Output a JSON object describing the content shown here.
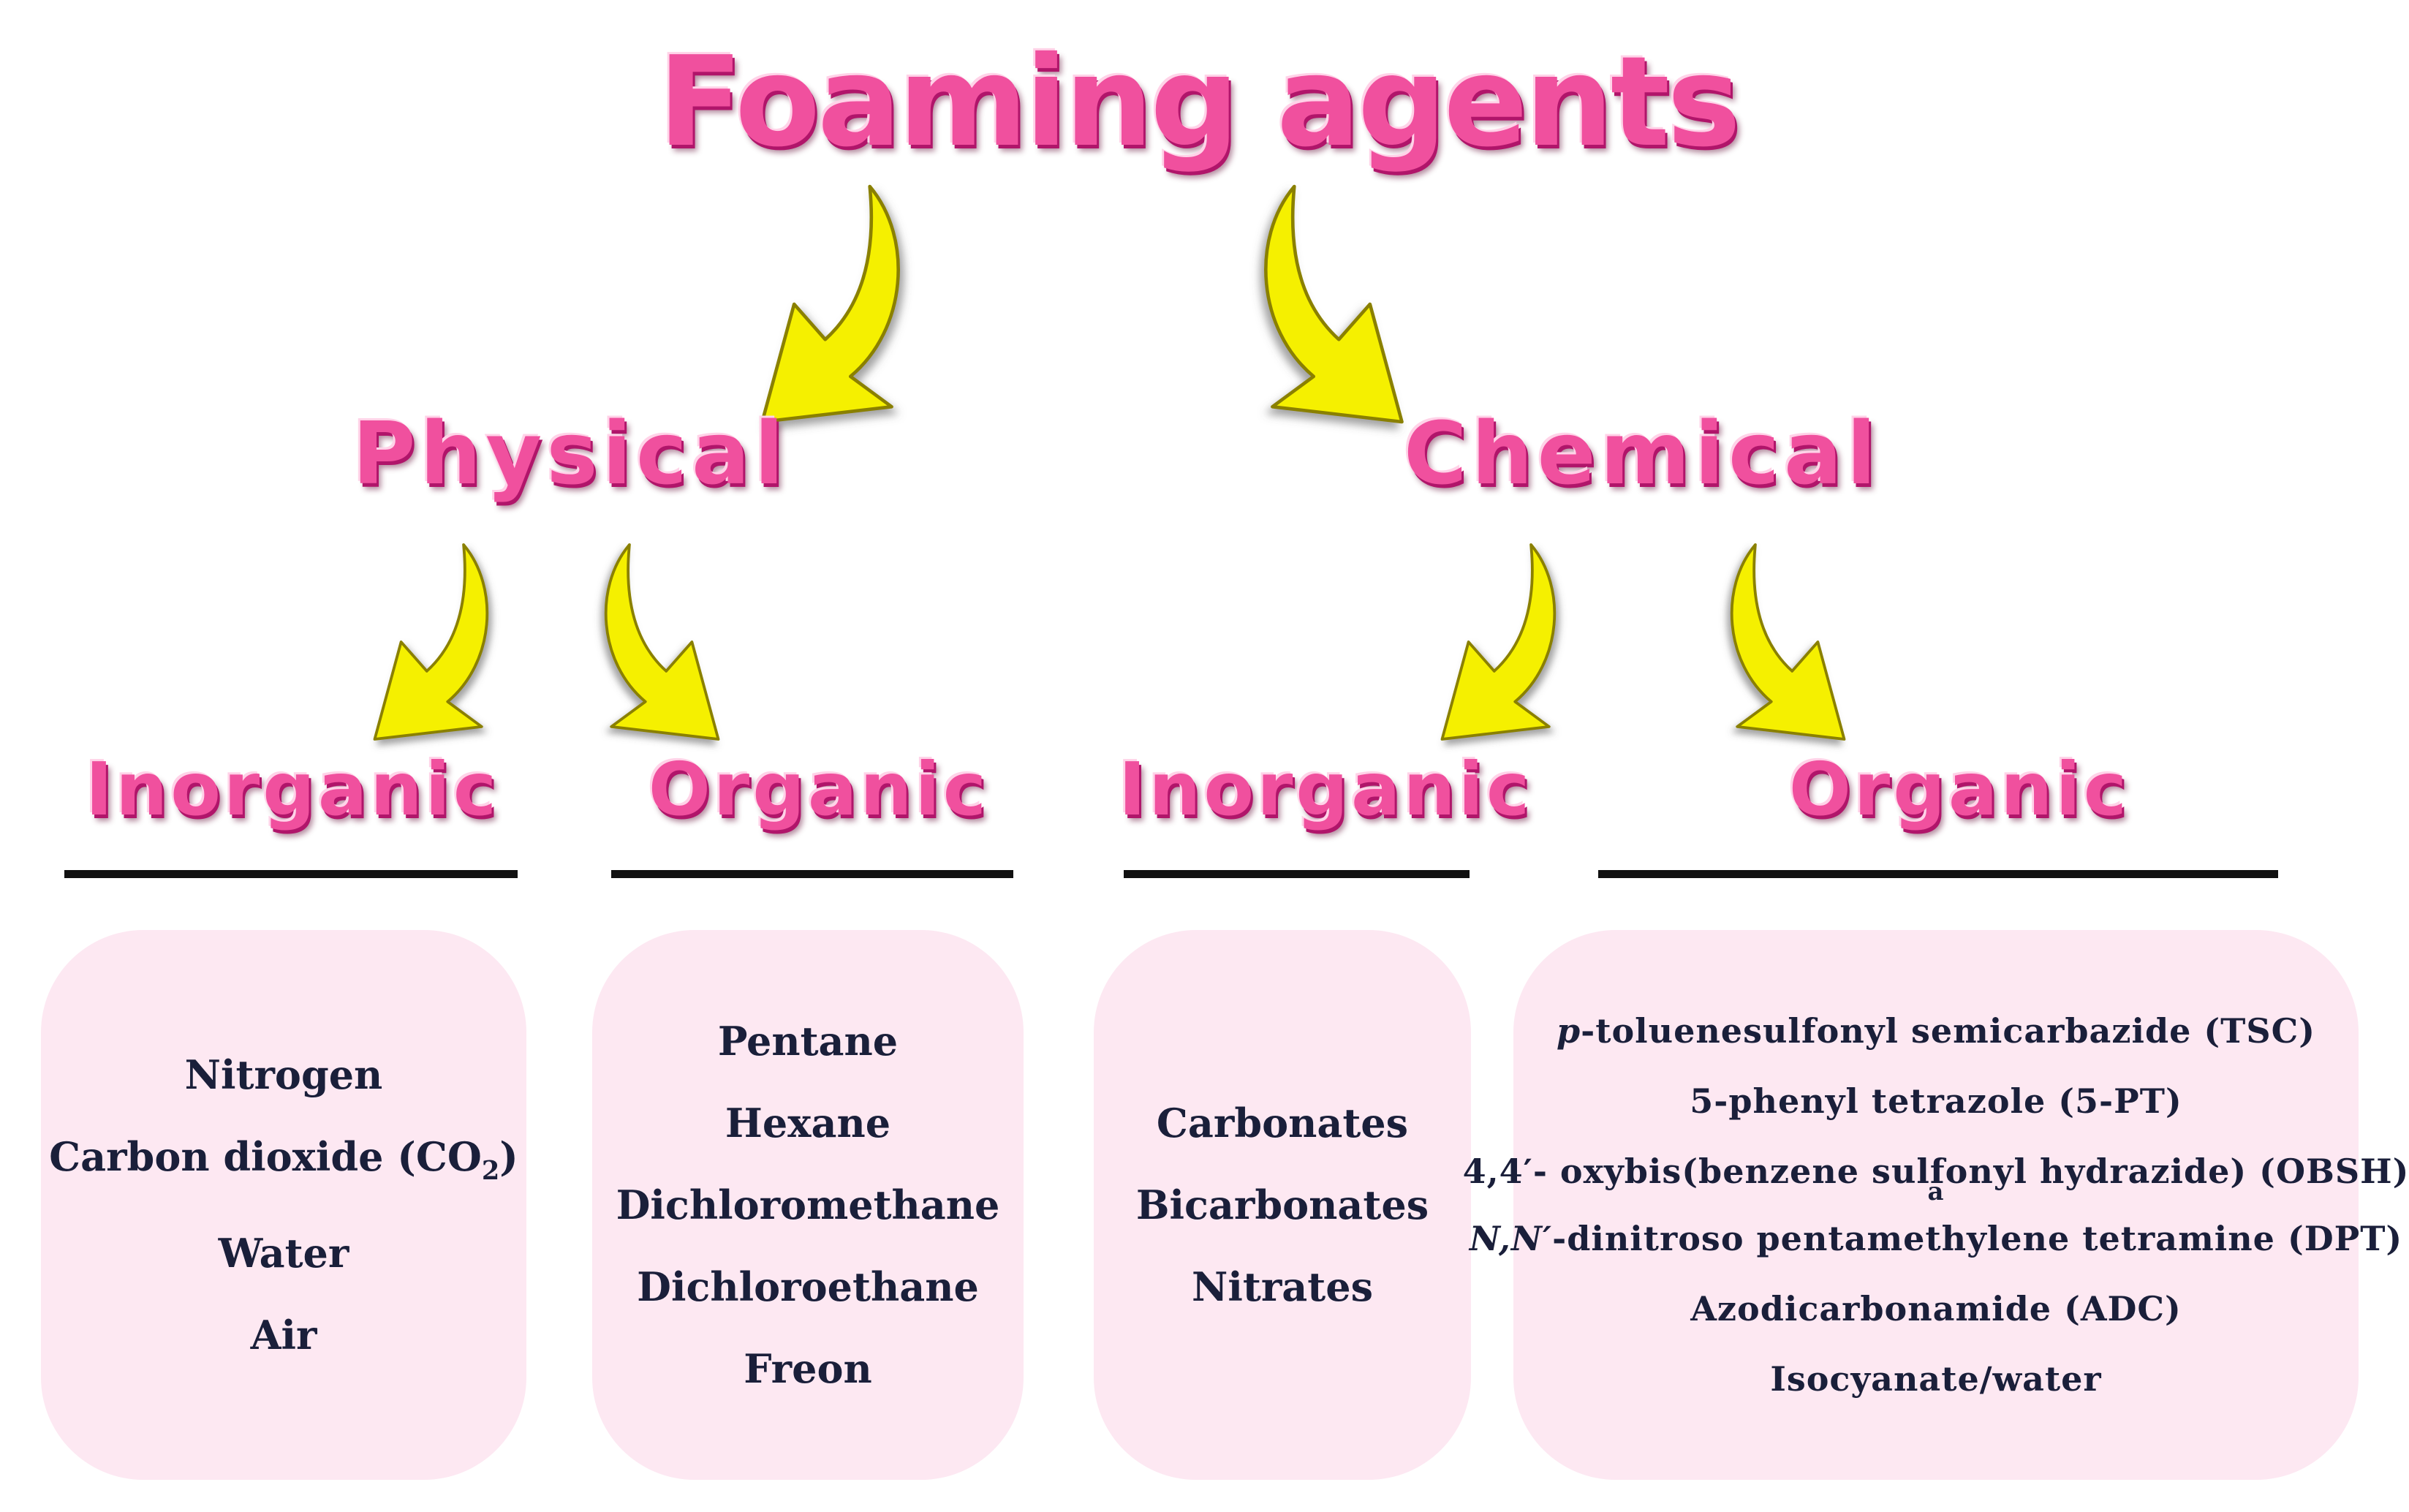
{
  "title": "Foaming agents",
  "categories": {
    "physical": "Physical",
    "chemical": "Chemical"
  },
  "subcategories": {
    "physical_inorganic": "Inorganic",
    "physical_organic": "Organic",
    "chemical_inorganic": "Inorganic",
    "chemical_organic": "Organic"
  },
  "lists": {
    "physical_inorganic": {
      "nitrogen": "Nitrogen",
      "co2_prefix": "Carbon dioxide (CO",
      "co2_sub": "2",
      "co2_suffix": ")",
      "water": "Water",
      "air": "Air"
    },
    "physical_organic": [
      "Pentane",
      "Hexane",
      "Dichloromethane",
      "Dichloroethane",
      "Freon"
    ],
    "chemical_inorganic": [
      "Carbonates",
      "Bicarbonates",
      "Nitrates"
    ],
    "chemical_organic": {
      "tsc_italic": "p",
      "tsc_rest": "-toluenesulfonyl  semicarbazide  (TSC)",
      "pt": "5-phenyl tetrazole (5-PT)",
      "obsh": "4,4′- oxybis(benzene  sulfonyl  hydrazide)  (OBSH)",
      "stray": "a",
      "dpt_italic": "N,N′",
      "dpt_rest": "-dinitroso  pentamethylene  tetramine  (DPT)",
      "adc": "Azodicarbonamide  (ADC)",
      "iso": "Isocyanate/water"
    }
  },
  "colors": {
    "wordart_pink": "#f0509e",
    "arrow_yellow": "#f5f000",
    "box_fill": "#fde8f2",
    "rule": "#111111",
    "list_text": "#1a1f3a"
  },
  "icons": [
    "curved-arrow-icon"
  ]
}
